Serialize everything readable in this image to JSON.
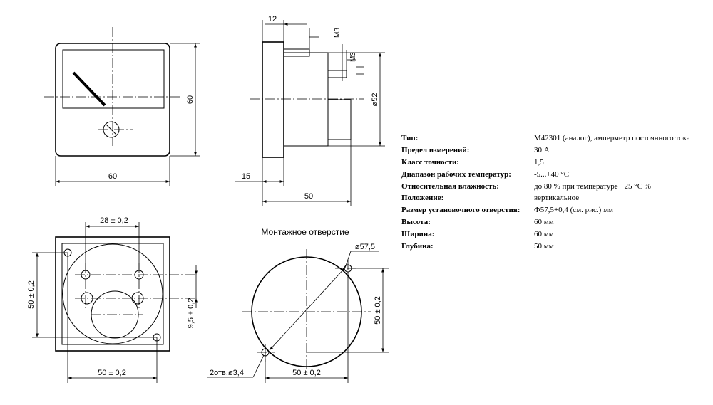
{
  "dims": {
    "front_width": "60",
    "front_height": "60",
    "side_flange": "12",
    "side_stud_thread_1": "M3",
    "side_stud_thread_2": "M3",
    "side_diameter": "ø52",
    "side_front_depth": "15",
    "side_depth": "50",
    "rear_hole_spacing_top": "28 ± 0,2",
    "rear_height": "50 ± 0,2",
    "rear_width": "50 ± 0,2",
    "rear_offset": "9,5 ± 0,2",
    "cutout_title": "Монтажное отверстие",
    "cutout_diameter": "ø57,5",
    "cutout_height": "50 ± 0,2",
    "cutout_width": "50 ± 0,2",
    "cutout_holes": "2отв.ø3,4"
  },
  "specs": [
    {
      "label": "Тип:",
      "value": "М42301 (аналог), амперметр постоянного тока"
    },
    {
      "label": "Предел измерений:",
      "value": "30 А"
    },
    {
      "label": "Класс точности:",
      "value": "1,5"
    },
    {
      "label": "Диапазон рабочих температур:",
      "value": "-5...+40 °С"
    },
    {
      "label": "Относительная влажность:",
      "value": "до 80 % при температуре +25 °С %"
    },
    {
      "label": "Положение:",
      "value": "вертикальное"
    },
    {
      "label": "Размер установочного отверстия:",
      "value": "Ф57,5+0,4 (см. рис.) мм"
    },
    {
      "label": "Высота:",
      "value": "60 мм"
    },
    {
      "label": "Ширина:",
      "value": "60 мм"
    },
    {
      "label": "Глубина:",
      "value": "50 мм"
    }
  ]
}
